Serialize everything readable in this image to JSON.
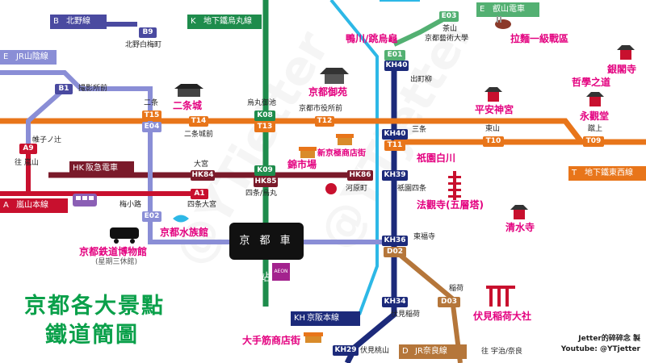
{
  "title": {
    "line1": "京都各大景點",
    "line2": "鐵道簡圖"
  },
  "credit": {
    "line1": "Jetter的碎碎念 製",
    "line2": "Youtube: @YTjetter"
  },
  "watermark": {
    "text": "@YTjetter"
  },
  "colors": {
    "karasuma": "#1e8c4c",
    "tozai": "#e8751a",
    "hankyu": "#7a1a2a",
    "keihan": "#1c2a7a",
    "jr": "#8a8ed6",
    "randen": "#c8102e",
    "eizan": "#53b072",
    "kitano": "#4a4aa0",
    "cyan": "#2db8e6",
    "jrnara": "#b5763a",
    "brown": "#8b5a2b"
  },
  "lines": {
    "kitano": {
      "letter": "B",
      "name": "北野線"
    },
    "karasuma": {
      "letter": "K",
      "name": "地下鐵烏丸線"
    },
    "eizan": {
      "letter": "E",
      "name": "叡山電車"
    },
    "jrsagano": {
      "letter": "E",
      "name": "JR山陰線"
    },
    "hankyu": {
      "letter": "HK",
      "name": "阪急電車"
    },
    "randen": {
      "letter": "A",
      "name": "嵐山本線"
    },
    "tozai": {
      "letter": "T",
      "name": "地下鐵東西線"
    },
    "keihan": {
      "letter": "KH",
      "name": "京阪本線"
    },
    "jrnara": {
      "letter": "D",
      "name": "JR奈良線"
    }
  },
  "codes": {
    "b9": "B9",
    "b1": "B1",
    "a9": "A9",
    "a1": "A1",
    "e03": "E03",
    "e01": "E01",
    "e04": "E04",
    "e02": "E02",
    "t15": "T15",
    "t14": "T14",
    "t13": "T13",
    "t12": "T12",
    "t11": "T11",
    "t10": "T10",
    "t09": "T09",
    "k08": "K08",
    "k09": "K09",
    "hk84": "HK84",
    "hk85": "HK85",
    "hk86": "HK86",
    "kh40": "KH40",
    "kh40b": "KH40",
    "kh39": "KH39",
    "kh36": "KH36",
    "kh34": "KH34",
    "kh29": "KH29",
    "d02": "D02",
    "d03": "D03"
  },
  "stations": {
    "kitanohakubai": "北野白梅町",
    "satsueijo": "撮影所前",
    "katabiranotsuji": "帷子ノ辻",
    "arashiyama_dir": "往 嵐山",
    "nijo": "二条",
    "nijojomae": "二条城前",
    "karasumaoike": "烏丸御池",
    "shiyakusho": "京都市役所前",
    "sanjo": "三条",
    "higashiyama": "東山",
    "keage": "蹴上",
    "demachiyanagi": "出町柳",
    "chayama": "茶山",
    "geidai": "京都藝術大學",
    "omiya": "大宮",
    "shijoomiya": "四条大宮",
    "shijokarasuma": "四条/烏丸",
    "kawaramachi": "河原町",
    "gionshijo": "祇園四条",
    "umekoji": "梅小路",
    "tofukuji": "東福寺",
    "inari": "稲荷",
    "fushimiinari": "伏見稲荷",
    "fushimimomoyama": "伏見桃山",
    "uji_dir": "往 宇治/奈良"
  },
  "kyoto_station": "京 都 車 站",
  "aeon": "AEON",
  "spots": {
    "kamogawa": "鴨川/跳烏龜",
    "ramen": "拉麵一級戰區",
    "ginkakuji": "銀閣寺",
    "tetsugaku": "哲學之道",
    "nijojo": "二条城",
    "gosho": "京都御苑",
    "heian": "平安神宮",
    "eikando": "永觀堂",
    "shinkyogoku": "新京極商店街",
    "nishiki": "錦市場",
    "shirakawa": "祇園白川",
    "hokanji": "法觀寺(五層塔)",
    "kiyomizu": "清水寺",
    "aquarium": "京都水族館",
    "railmuseum": "京都鉄道博物館",
    "railmuseum_sub": "(星期三休館)",
    "fushimitaisha": "伏見稲荷大社",
    "otesuji": "大手筋商店街"
  }
}
